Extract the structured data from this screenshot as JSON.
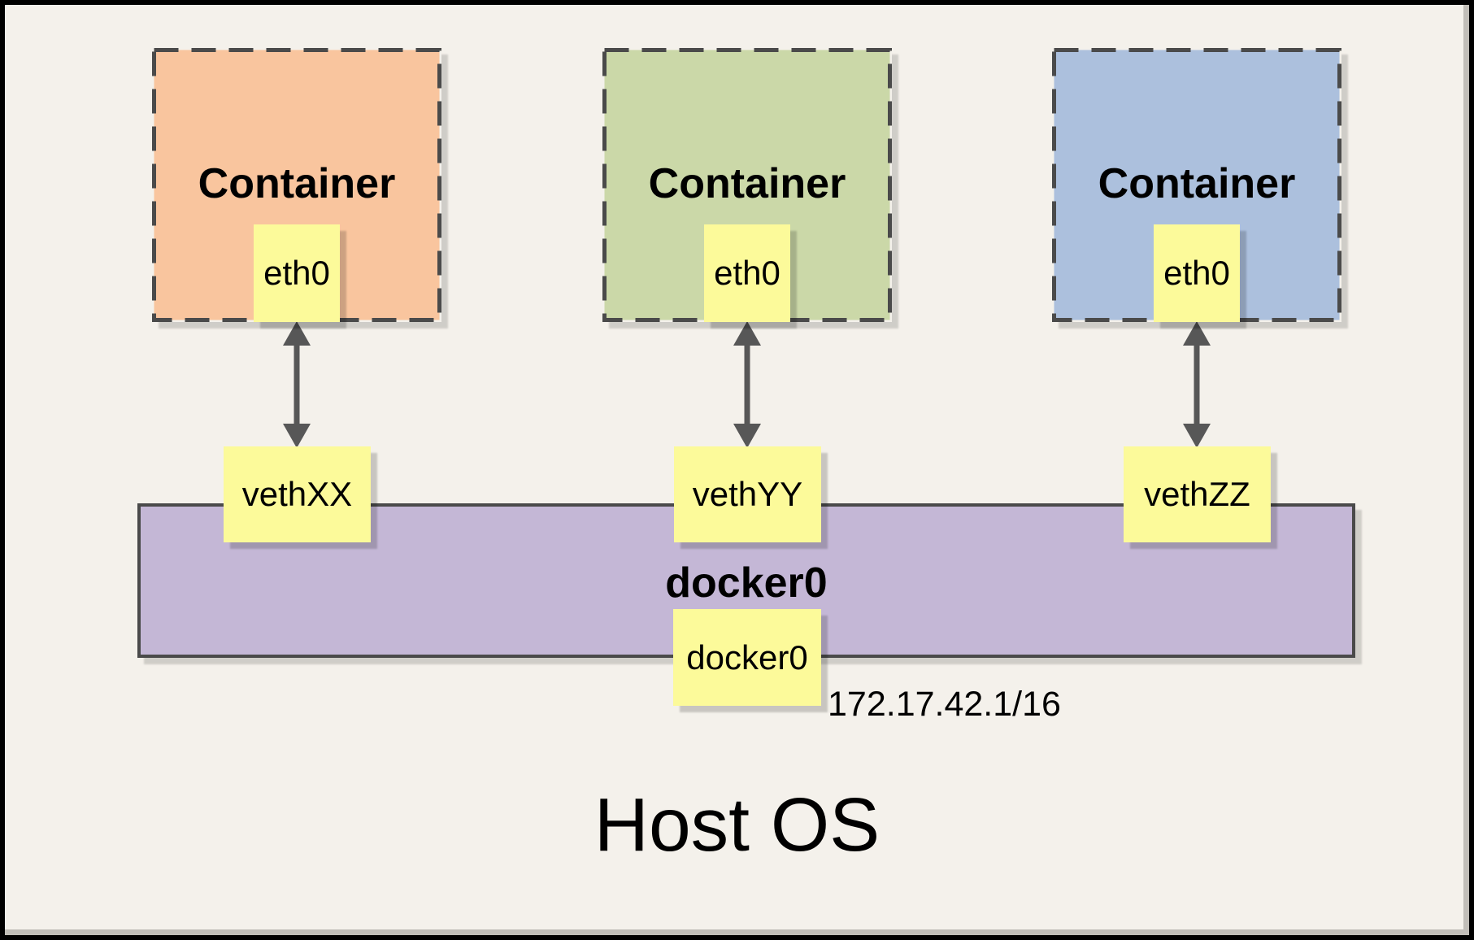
{
  "diagram": {
    "host_label": "Host OS",
    "bridge": {
      "name": "docker0",
      "interface_label": "docker0",
      "ip_cidr": "172.17.42.1/16",
      "fill": "#C4B7D6",
      "border_color": "#4A4A4A"
    },
    "containers": [
      {
        "label": "Container",
        "interface_label": "eth0",
        "veth_label": "vethXX",
        "fill": "#F9C59E"
      },
      {
        "label": "Container",
        "interface_label": "eth0",
        "veth_label": "vethYY",
        "fill": "#CBD8A8"
      },
      {
        "label": "Container",
        "interface_label": "eth0",
        "veth_label": "vethZZ",
        "fill": "#ACC0DD"
      }
    ],
    "colors": {
      "background": "#F4F1EB",
      "canvas_border": "#000000",
      "note_fill": "#FCFA9A",
      "dash_border": "#4A4A4A",
      "arrow": "#575757",
      "text": "#000000"
    }
  }
}
